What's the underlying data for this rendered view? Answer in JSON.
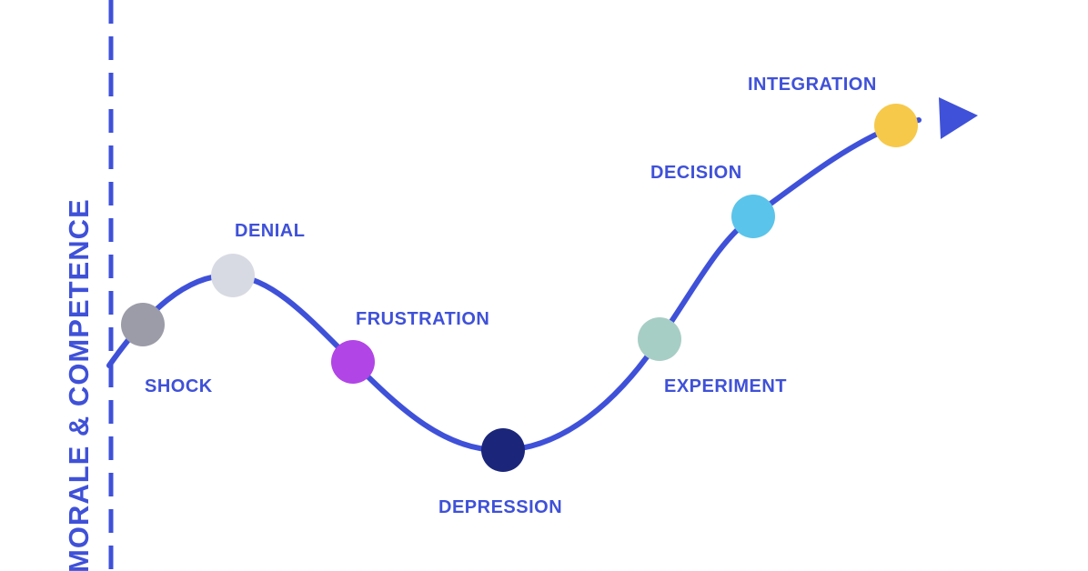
{
  "axis": {
    "y_label": "MORALE & COMPETENCE"
  },
  "colors": {
    "curve": "#3f51d8",
    "axis": "#3f51d8",
    "label": "#3f51d8"
  },
  "stages": [
    {
      "id": "shock",
      "label": "SHOCK",
      "color": "#9b9ca8"
    },
    {
      "id": "denial",
      "label": "DENIAL",
      "color": "#d8dae3"
    },
    {
      "id": "frustration",
      "label": "FRUSTRATION",
      "color": "#b145e6"
    },
    {
      "id": "depression",
      "label": "DEPRESSION",
      "color": "#1b267a"
    },
    {
      "id": "experiment",
      "label": "EXPERIMENT",
      "color": "#a7cec4"
    },
    {
      "id": "decision",
      "label": "DECISION",
      "color": "#5bc4ea"
    },
    {
      "id": "integration",
      "label": "INTEGRATION",
      "color": "#f7c94a"
    }
  ]
}
